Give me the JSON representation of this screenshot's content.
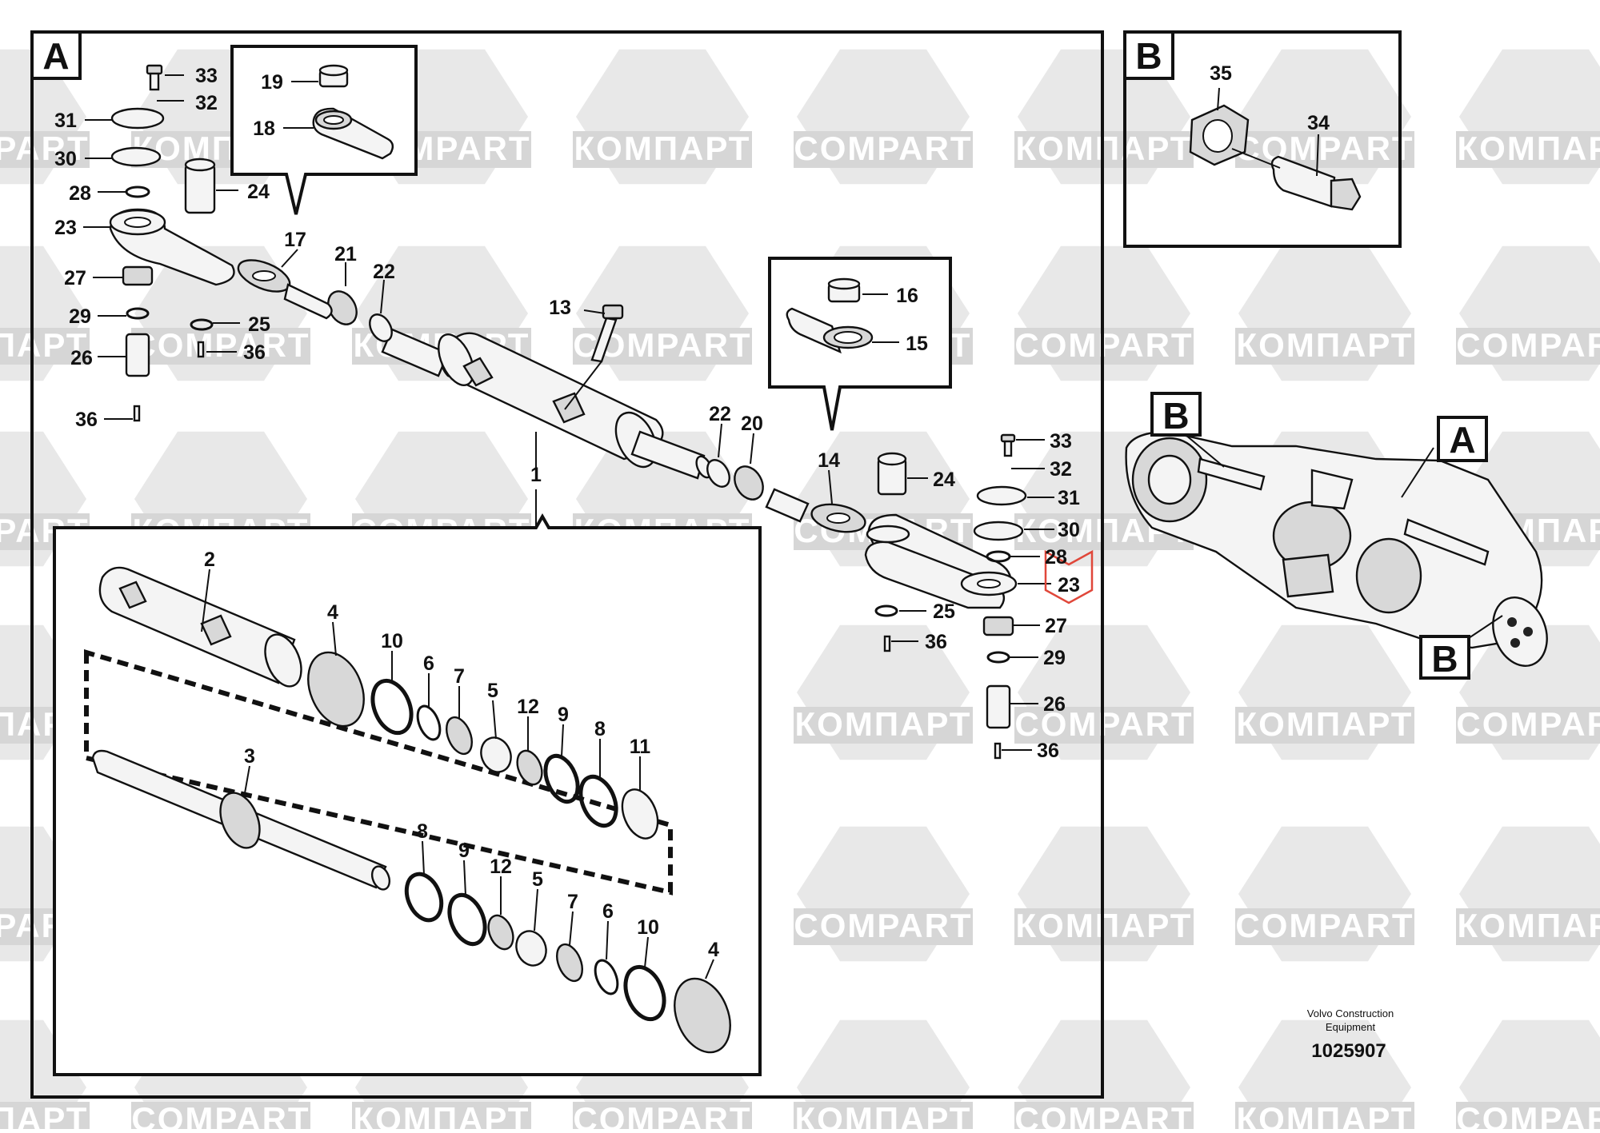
{
  "watermark": {
    "brand_latin": "COMPART",
    "brand_cyrillic": "КОМПАРТ",
    "color": "#d6d6d6"
  },
  "panels": {
    "A": {
      "label": "A"
    },
    "B": {
      "label": "B"
    }
  },
  "overview": {
    "label_a": "A",
    "label_b_top": "B",
    "label_b_bottom": "B"
  },
  "callouts": {
    "c1": "1",
    "c2": "2",
    "c3": "3",
    "c4a": "4",
    "c4b": "4",
    "c5a": "5",
    "c5b": "5",
    "c6a": "6",
    "c6b": "6",
    "c7a": "7",
    "c7b": "7",
    "c8a": "8",
    "c8b": "8",
    "c9a": "9",
    "c9b": "9",
    "c10a": "10",
    "c10b": "10",
    "c11": "11",
    "c12a": "12",
    "c12b": "12",
    "c13": "13",
    "c14": "14",
    "c15": "15",
    "c16": "16",
    "c17": "17",
    "c18": "18",
    "c19": "19",
    "c20": "20",
    "c21": "21",
    "c22a": "22",
    "c22b": "22",
    "c23a": "23",
    "c23b": "23",
    "c24a": "24",
    "c24b": "24",
    "c25a": "25",
    "c25b": "25",
    "c26a": "26",
    "c26b": "26",
    "c27a": "27",
    "c27b": "27",
    "c28a": "28",
    "c28b": "28",
    "c29a": "29",
    "c29b": "29",
    "c30a": "30",
    "c30b": "30",
    "c31a": "31",
    "c31b": "31",
    "c32a": "32",
    "c32b": "32",
    "c33a": "33",
    "c33b": "33",
    "c34": "34",
    "c35": "35",
    "c36a": "36",
    "c36b": "36",
    "c36c": "36",
    "c36d": "36"
  },
  "highlight": {
    "part": "23",
    "color": "#e0473a"
  },
  "footer": {
    "maker_line1": "Volvo Construction",
    "maker_line2": "Equipment",
    "drawing_number": "1025907"
  }
}
